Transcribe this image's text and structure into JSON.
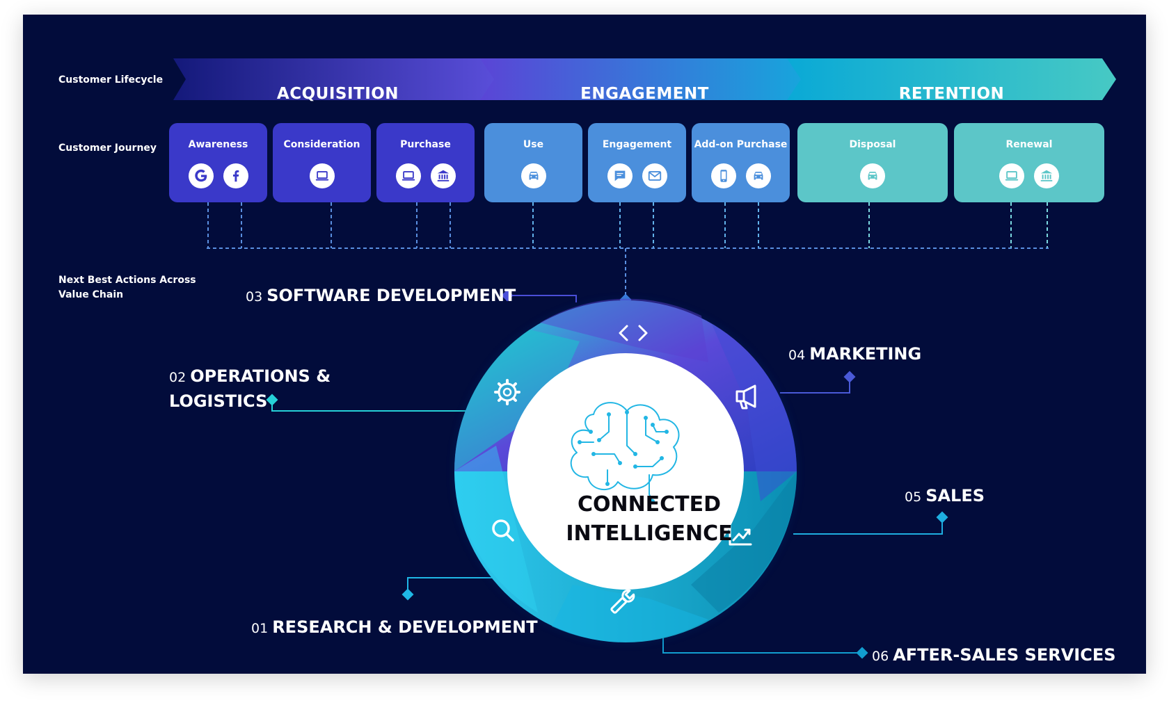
{
  "labels": {
    "lifecycle": "Customer Lifecycle",
    "journey": "Customer Journey",
    "next_best": "Next Best Actions Across Value Chain"
  },
  "lifecycle": [
    {
      "label": "ACQUISITION"
    },
    {
      "label": "ENGAGEMENT"
    },
    {
      "label": "RETENTION"
    }
  ],
  "journey": [
    {
      "label": "Awareness",
      "icons": [
        "google-icon",
        "facebook-icon"
      ]
    },
    {
      "label": "Consideration",
      "icons": [
        "laptop-icon"
      ]
    },
    {
      "label": "Purchase",
      "icons": [
        "laptop-icon",
        "bank-icon"
      ]
    },
    {
      "label": "Use",
      "icons": [
        "car-icon"
      ]
    },
    {
      "label": "Engagement",
      "icons": [
        "chat-icon",
        "mail-icon"
      ]
    },
    {
      "label": "Add-on Purchase",
      "icons": [
        "phone-icon",
        "car-icon"
      ]
    },
    {
      "label": "Disposal",
      "icons": [
        "car-icon"
      ]
    },
    {
      "label": "Renewal",
      "icons": [
        "laptop-icon",
        "bank-icon"
      ]
    }
  ],
  "actions": [
    {
      "num": "01",
      "label": "RESEARCH & DEVELOPMENT",
      "icon": "magnifier-icon"
    },
    {
      "num": "02",
      "label": "OPERATIONS &",
      "label2": "LOGISTICS",
      "icon": "gear-icon"
    },
    {
      "num": "03",
      "label": "SOFTWARE DEVELOPMENT",
      "icon": "code-icon"
    },
    {
      "num": "04",
      "label": "MARKETING",
      "icon": "megaphone-icon"
    },
    {
      "num": "05",
      "label": "SALES",
      "icon": "chart-icon"
    },
    {
      "num": "06",
      "label": "AFTER-SALES SERVICES",
      "icon": "wrench-icon"
    }
  ],
  "center": {
    "line1": "CONNECTED",
    "line2": "INTELLIGENCE",
    "icon": "brain-circuit-icon"
  },
  "colors": {
    "background": "#020c3b",
    "acquisition": "#3a39c9",
    "engagement": "#4b8fdc",
    "retention": "#5cc6c8",
    "connector": "#3fb6e8"
  }
}
